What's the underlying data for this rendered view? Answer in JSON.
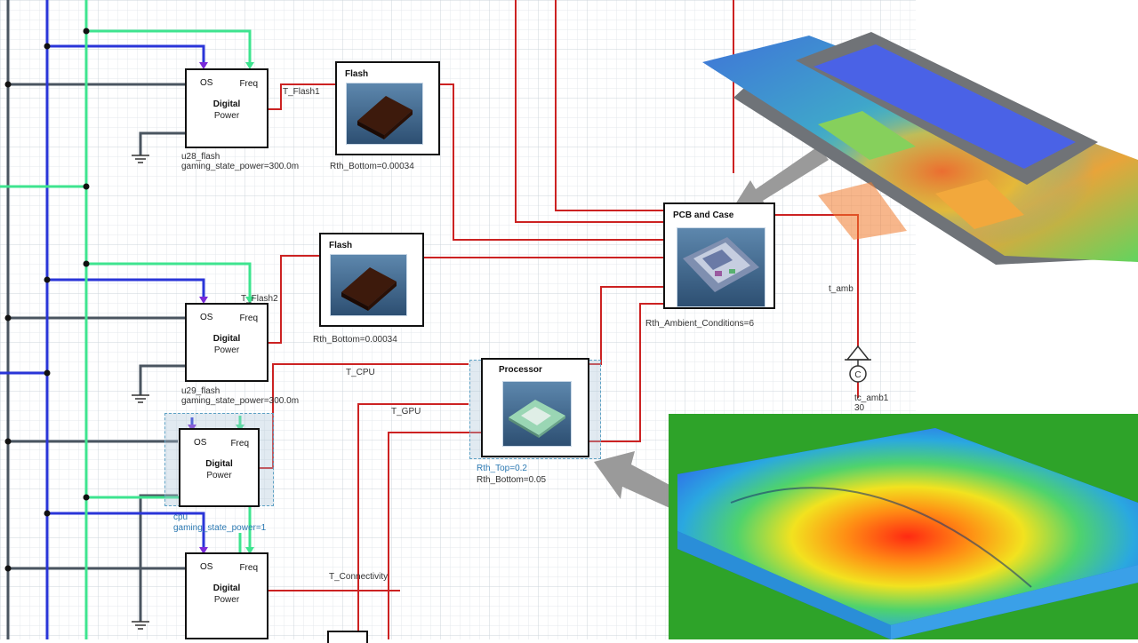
{
  "blocks": {
    "dp1": {
      "os": "OS",
      "freq": "Freq",
      "title": "Digital",
      "subtitle": "Power",
      "name": "u28_flash",
      "param": "gaming_state_power=300.0m"
    },
    "dp2": {
      "os": "OS",
      "freq": "Freq",
      "title": "Digital",
      "subtitle": "Power",
      "name": "u29_flash",
      "param": "gaming_state_power=300.0m"
    },
    "dp3": {
      "os": "OS",
      "freq": "Freq",
      "title": "Digital",
      "subtitle": "Power",
      "name": "cpu",
      "param": "gaming_state_power=1"
    },
    "dp4": {
      "os": "OS",
      "freq": "Freq",
      "title": "Digital",
      "subtitle": "Power"
    },
    "flash1": {
      "title": "Flash",
      "param": "Rth_Bottom=0.00034"
    },
    "flash2": {
      "title": "Flash",
      "param": "Rth_Bottom=0.00034"
    },
    "processor": {
      "title": "Processor",
      "param1": "Rth_Top=0.2",
      "param2": "Rth_Bottom=0.05"
    },
    "pcb": {
      "title": "PCB and Case",
      "param": "Rth_Ambient_Conditions=6"
    },
    "source": {
      "symbol": "C",
      "name": "tc_amb1",
      "value": "30"
    }
  },
  "nets": {
    "t_flash1": "T_Flash1",
    "t_flash2": "T_Flash2",
    "t_cpu": "T_CPU",
    "t_gpu": "T_GPU",
    "t_connectivity": "T_Connectivity",
    "t_amb": "t_amb"
  },
  "colors": {
    "thermal_wire": "#cc2222",
    "os_wire": "#2a35d8",
    "freq_wire": "#3ee48f",
    "ground_wire": "#4a5560",
    "grid": "#dde3e8",
    "arrow": "#9a9a9a",
    "board_green": "#2ea329"
  }
}
